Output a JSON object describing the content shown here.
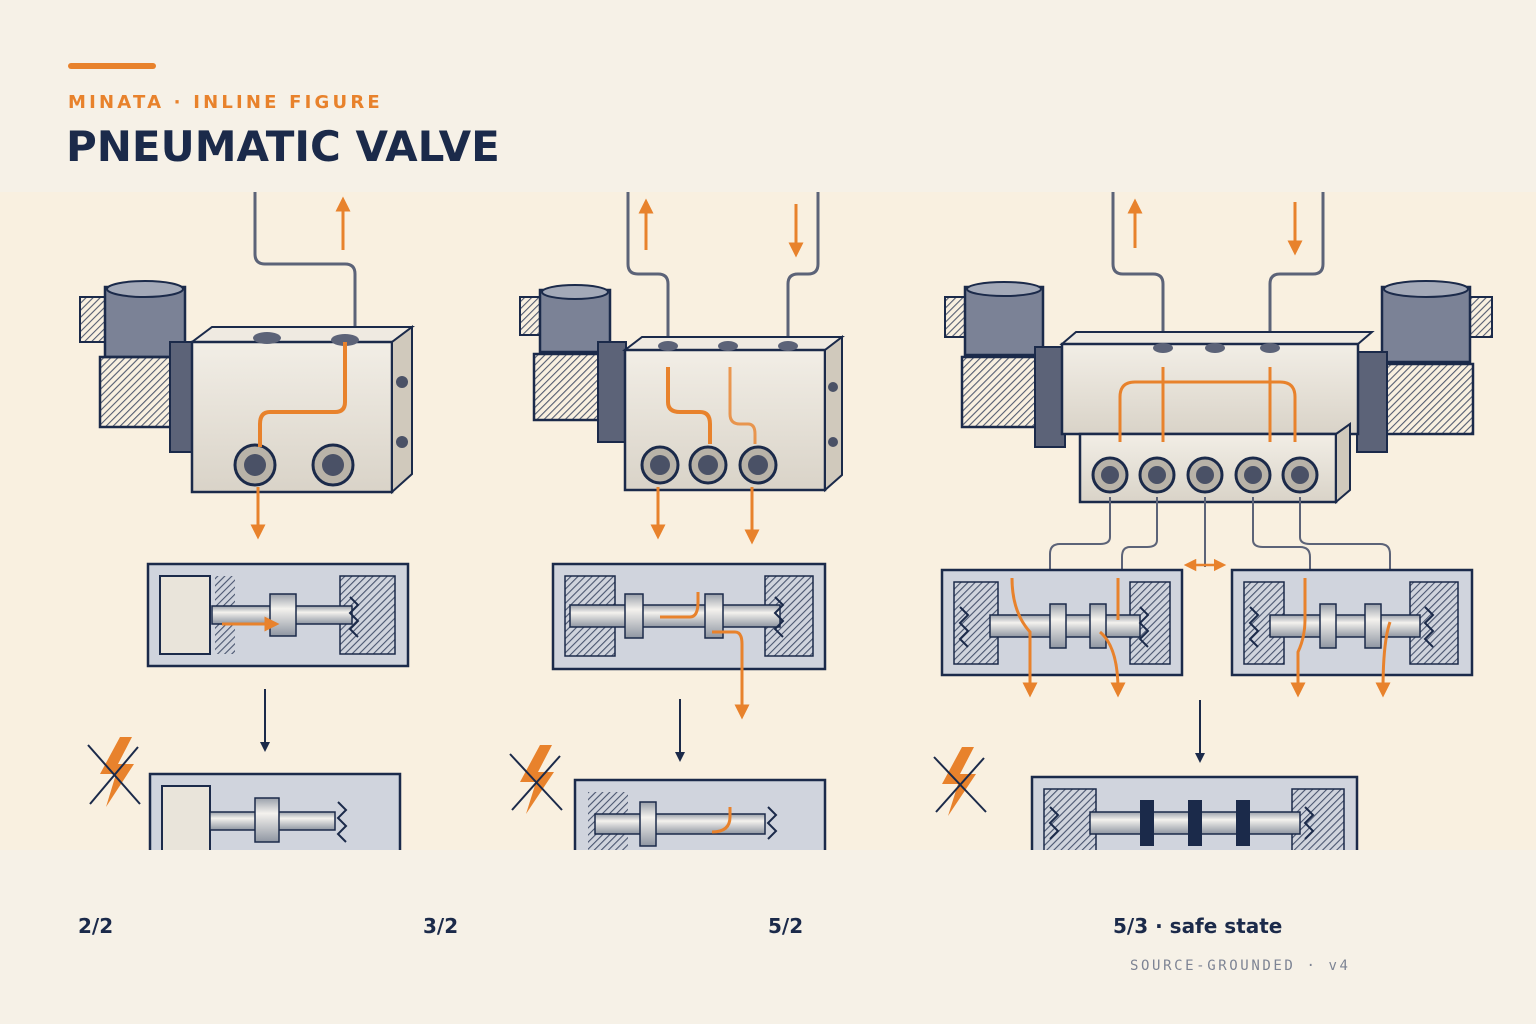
{
  "header": {
    "eyebrow": "MINATA · INLINE FIGURE",
    "title": "PNEUMATIC VALVE"
  },
  "panels": [
    {
      "label": "2/2"
    },
    {
      "label": "3/2"
    },
    {
      "label": "5/2"
    },
    {
      "label": "5/3 · safe state"
    }
  ],
  "footer": {
    "text": "SOURCE-GROUNDED · v4"
  },
  "colors": {
    "background": "#f6f1e7",
    "figure_background": "#f9f0e0",
    "accent": "#e8822c",
    "ink": "#1b2a4a",
    "metal": "#e6e0d6"
  },
  "icons": [
    "arrow-up-icon",
    "arrow-down-icon",
    "lightning-off-icon",
    "double-arrow-icon"
  ]
}
